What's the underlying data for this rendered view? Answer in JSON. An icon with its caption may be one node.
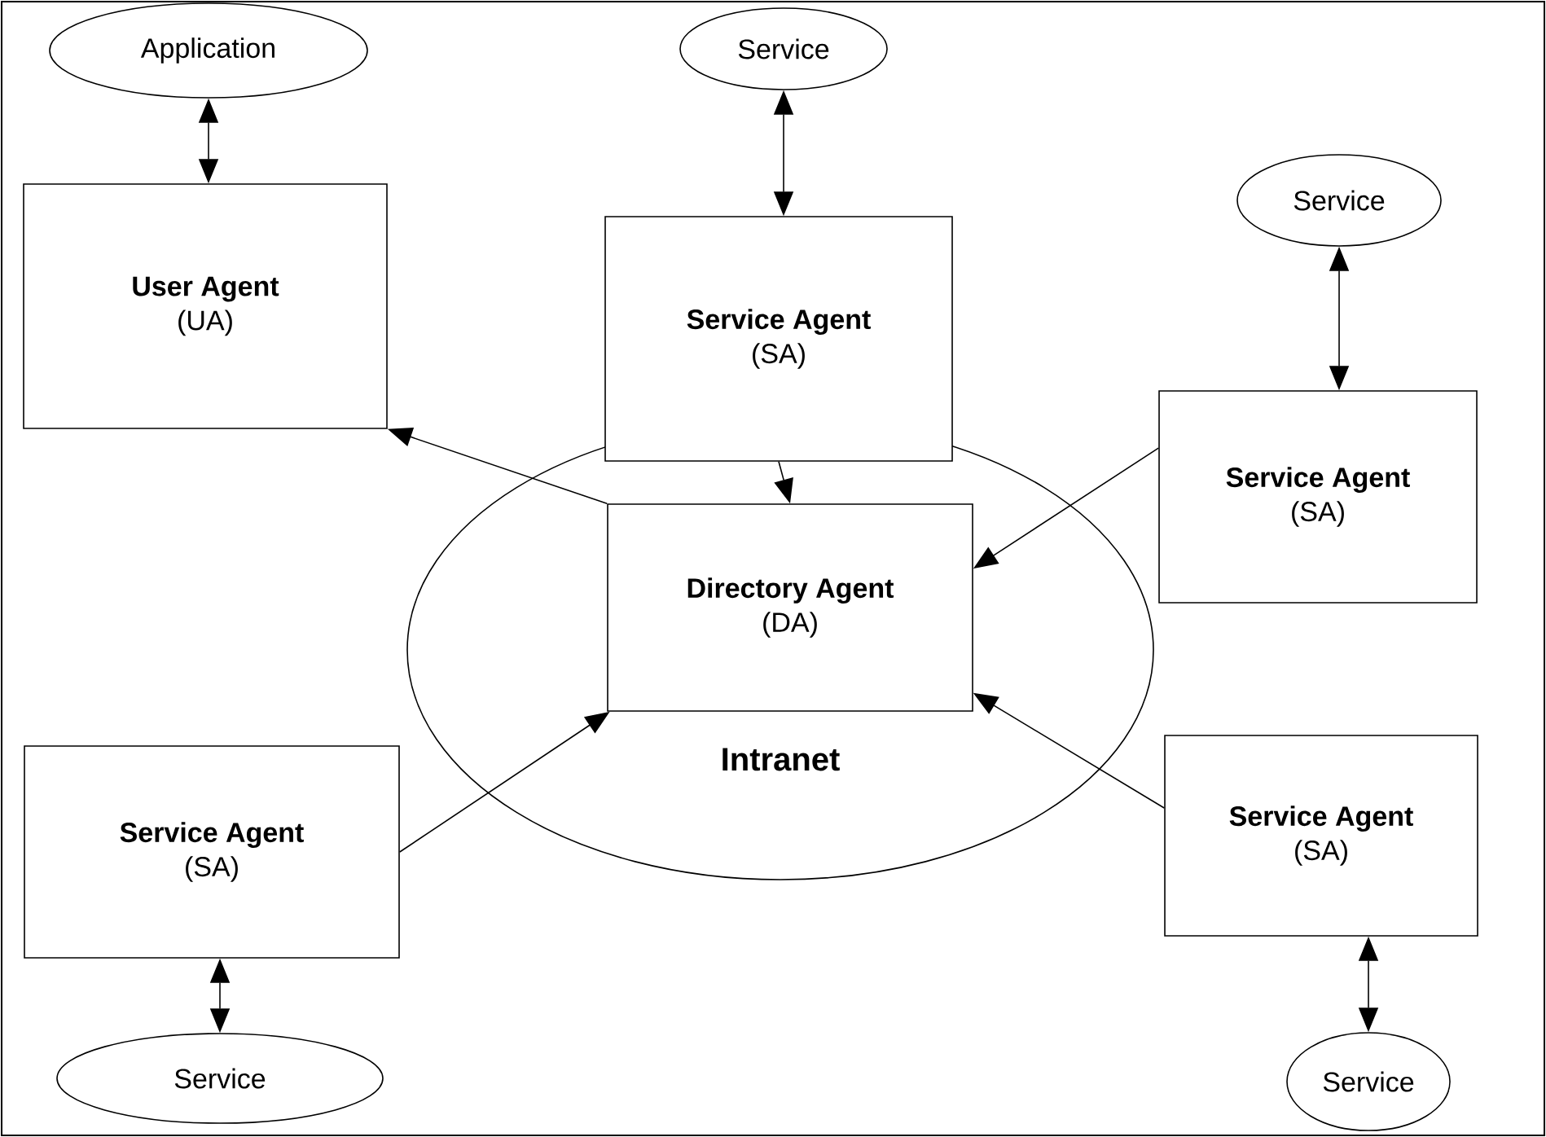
{
  "diagram": {
    "nodes": [
      {
        "text": [
          "Application"
        ]
      },
      {
        "text": [
          "Service"
        ]
      },
      {
        "text": [
          "Service"
        ]
      },
      {
        "text": [
          "User Agent",
          "(UA)"
        ]
      },
      {
        "text": [
          "Service Agent",
          "(SA)"
        ]
      },
      {
        "text": [
          "Service Agent",
          "(SA)"
        ]
      },
      {
        "text": [
          "Intranet"
        ]
      },
      {
        "text": [
          "Directory Agent",
          "(DA)"
        ],
        "in": 6
      },
      {
        "text": [
          "Service Agent",
          "(SA)"
        ]
      },
      {
        "text": [
          "Service Agent",
          "(SA)"
        ]
      },
      {
        "text": [
          "Service"
        ]
      },
      {
        "text": [
          "Service"
        ]
      }
    ],
    "edges": [
      {
        "from": 0,
        "to": 3,
        "arrow": "both"
      },
      {
        "from": 1,
        "to": 4,
        "arrow": "both"
      },
      {
        "from": 2,
        "to": 5,
        "arrow": "both"
      },
      {
        "from": 7,
        "to": 3,
        "arrow": "to"
      },
      {
        "from": 4,
        "to": 7,
        "arrow": "to"
      },
      {
        "from": 5,
        "to": 7,
        "arrow": "to"
      },
      {
        "from": 8,
        "to": 7,
        "arrow": "to"
      },
      {
        "from": 9,
        "to": 7,
        "arrow": "to"
      },
      {
        "from": 8,
        "to": 10,
        "arrow": "both"
      },
      {
        "from": 9,
        "to": 11,
        "arrow": "both"
      }
    ]
  }
}
